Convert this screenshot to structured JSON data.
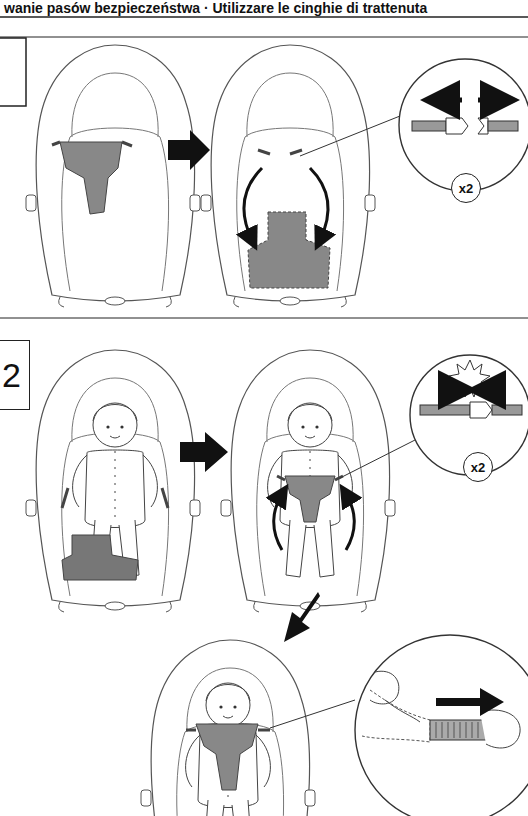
{
  "diagram": {
    "title": "wanie pasów bezpieczeństwa · Utilizzare le cinghie di trattenuta",
    "nodes": [
      {
        "text": [
          "x2"
        ]
      },
      {
        "text": [
          "2"
        ]
      },
      {
        "text": [
          "x2"
        ]
      }
    ]
  }
}
